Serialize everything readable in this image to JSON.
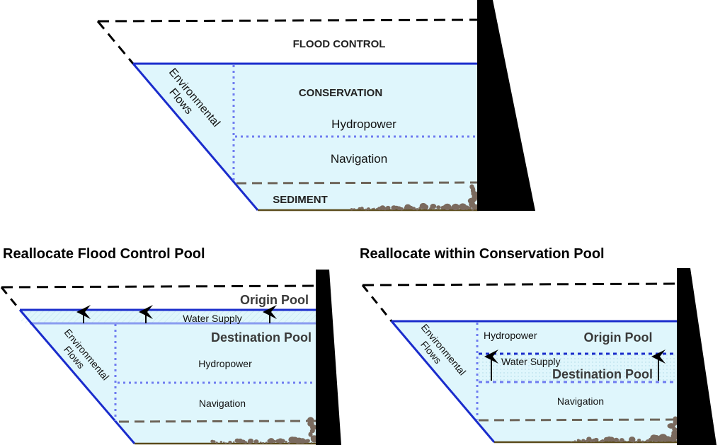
{
  "colors": {
    "water_fill": "#dff6fc",
    "pool_line": "#1a2ccc",
    "dotted_line": "#6f7cf0",
    "sediment_line": "#6e655a",
    "sediment_rock": "#7a6a5e",
    "dam": "#000000",
    "ground": "#5a4a1a",
    "supply_fill": "#c9eef8"
  },
  "top_diagram": {
    "flood_control_label": "FLOOD CONTROL",
    "conservation_label": "CONSERVATION",
    "environmental_flows_line1": "Environmental",
    "environmental_flows_line2": "Flows",
    "hydropower_label": "Hydropower",
    "navigation_label": "Navigation",
    "sediment_label": "SEDIMENT"
  },
  "left_diagram": {
    "title": "Reallocate Flood Control Pool",
    "origin_pool_label": "Origin Pool",
    "water_supply_label": "Water Supply",
    "destination_pool_label": "Destination Pool",
    "environmental_flows_line1": "Environmental",
    "environmental_flows_line2": "Flows",
    "hydropower_label": "Hydropower",
    "navigation_label": "Navigation"
  },
  "right_diagram": {
    "title": "Reallocate within Conservation Pool",
    "hydropower_label": "Hydropower",
    "origin_pool_label": "Origin Pool",
    "water_supply_label": "Water Supply",
    "destination_pool_label": "Destination Pool",
    "environmental_flows_line1": "Environmental",
    "environmental_flows_line2": "Flows",
    "navigation_label": "Navigation"
  }
}
